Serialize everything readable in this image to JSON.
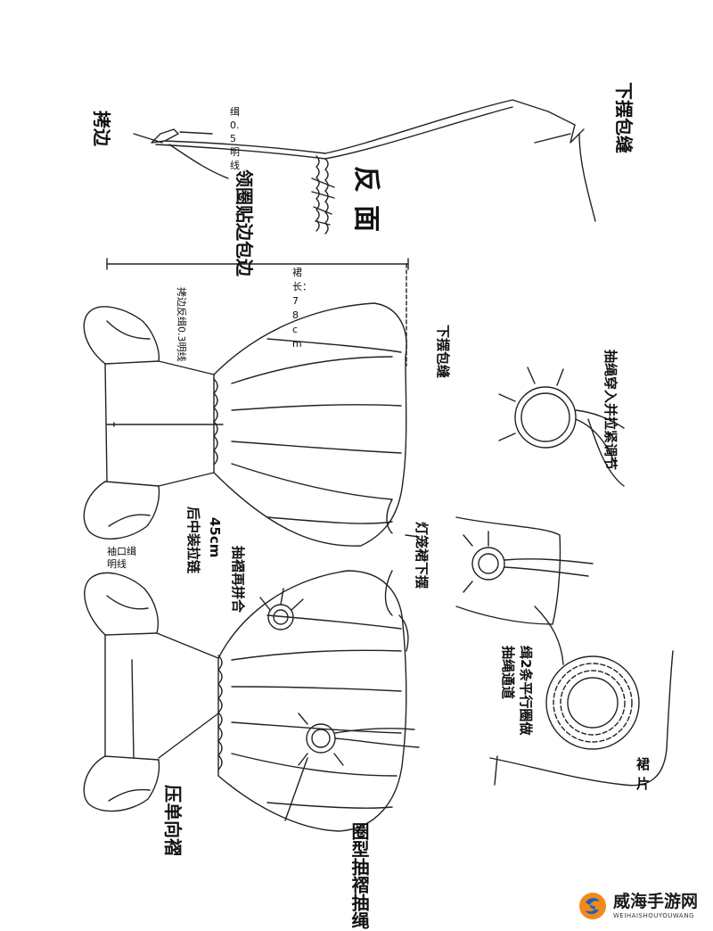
{
  "diagram": {
    "labels": {
      "fold_edge": "拷边",
      "stitch_topline": "缉0.5明线",
      "facing_bind": "领圈贴边包边",
      "reverse_side": "反面",
      "hem_bind_top": "下摆包缝",
      "skirt_length": "裙长：78cm",
      "serge_topstitch": "拷边反缉0.3明线",
      "hem_bind_mid": "下摆包缝",
      "drawstring_adjust": "抽绳穿入并拉紧调节",
      "cuff_stitch": "袖口缉明线",
      "back_zipper": "后中装拉链",
      "zipper_length": "45cm",
      "lantern_skirt": "灯笼裙下摆",
      "gather_join": "抽褶再拼合",
      "two_rows": "缉2条平行圈做抽绳通道",
      "skirt_panel": "裙片",
      "press_pleat": "压单向褶",
      "ring_gather": "圈型抽褶抽绳"
    }
  },
  "watermark": {
    "main": "威海手游网",
    "sub": "WEIHAISHOUYOUWANG",
    "colors": {
      "orange": "#f08a1c",
      "blue": "#1f5fbf"
    }
  }
}
